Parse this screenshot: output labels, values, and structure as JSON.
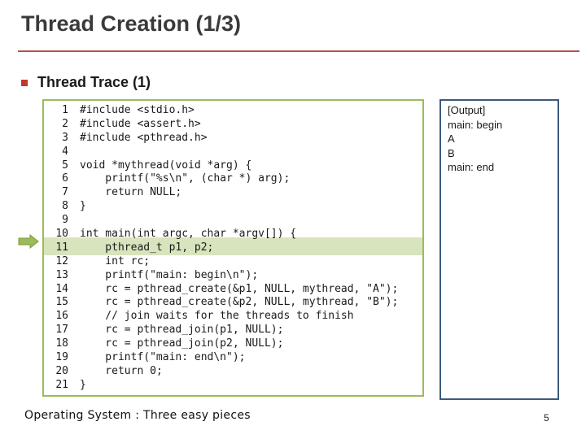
{
  "slide": {
    "title": "Thread Creation (1/3)",
    "bullet": "Thread Trace (1)",
    "footer": "Operating System : Three easy pieces",
    "page_number": "5"
  },
  "colors": {
    "title_rule": "#b5524a",
    "bullet": "#c0392b",
    "code_border": "#9bbb59",
    "highlight": "#d7e4bd",
    "arrow": "#9bbb59",
    "output_border": "#3d5a7a"
  },
  "code": {
    "highlighted_line": 11,
    "lines": [
      {
        "n": "1",
        "text": "#include <stdio.h>"
      },
      {
        "n": "2",
        "text": "#include <assert.h>"
      },
      {
        "n": "3",
        "text": "#include <pthread.h>"
      },
      {
        "n": "4",
        "text": ""
      },
      {
        "n": "5",
        "text": "void *mythread(void *arg) {"
      },
      {
        "n": "6",
        "text": "    printf(\"%s\\n\", (char *) arg);"
      },
      {
        "n": "7",
        "text": "    return NULL;"
      },
      {
        "n": "8",
        "text": "}"
      },
      {
        "n": "9",
        "text": ""
      },
      {
        "n": "10",
        "text": "int main(int argc, char *argv[]) {"
      },
      {
        "n": "11",
        "text": "    pthread_t p1, p2;"
      },
      {
        "n": "12",
        "text": "    int rc;"
      },
      {
        "n": "13",
        "text": "    printf(\"main: begin\\n\");"
      },
      {
        "n": "14",
        "text": "    rc = pthread_create(&p1, NULL, mythread, \"A\");"
      },
      {
        "n": "15",
        "text": "    rc = pthread_create(&p2, NULL, mythread, \"B\");"
      },
      {
        "n": "16",
        "text": "    // join waits for the threads to finish"
      },
      {
        "n": "17",
        "text": "    rc = pthread_join(p1, NULL);"
      },
      {
        "n": "18",
        "text": "    rc = pthread_join(p2, NULL);"
      },
      {
        "n": "19",
        "text": "    printf(\"main: end\\n\");"
      },
      {
        "n": "20",
        "text": "    return 0;"
      },
      {
        "n": "21",
        "text": "}"
      }
    ]
  },
  "output": {
    "lines": [
      "[Output]",
      "main: begin",
      "A",
      "B",
      "main: end"
    ]
  },
  "icons": {
    "pointer": "right-arrow-icon"
  }
}
